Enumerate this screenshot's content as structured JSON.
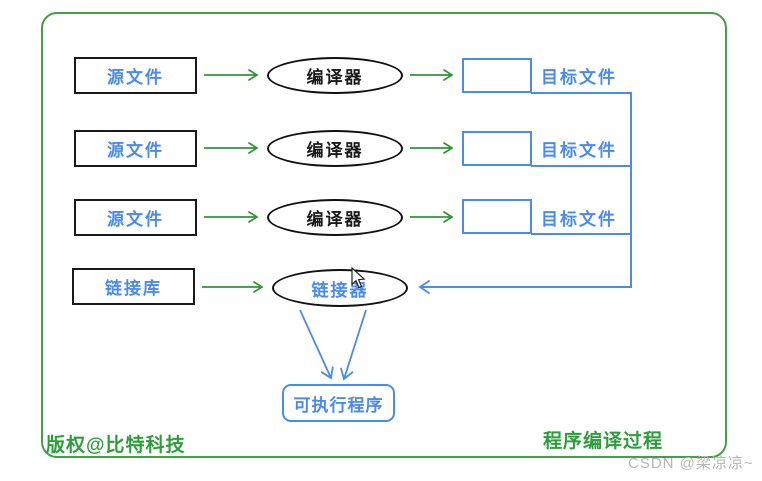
{
  "diagram": {
    "frame_title": "程序编译过程",
    "copyright": "版权@比特科技",
    "watermark": "CSDN @梁凉凉~",
    "rows": [
      {
        "source_label": "源文件",
        "process_label": "编译器",
        "output_label": "目标文件"
      },
      {
        "source_label": "源文件",
        "process_label": "编译器",
        "output_label": "目标文件"
      },
      {
        "source_label": "源文件",
        "process_label": "编译器",
        "output_label": "目标文件"
      }
    ],
    "link_row": {
      "source_label": "链接库",
      "process_label": "链接器"
    },
    "executable_label": "可执行程序",
    "colors": {
      "accent_blue": "#4a8af3",
      "arrow_green": "#2e9632",
      "frame_green": "#43a047",
      "text_green": "#2e9e3c",
      "box_border_black": "#1a1a1a",
      "watermark_gray": "#b2b2b2"
    }
  }
}
